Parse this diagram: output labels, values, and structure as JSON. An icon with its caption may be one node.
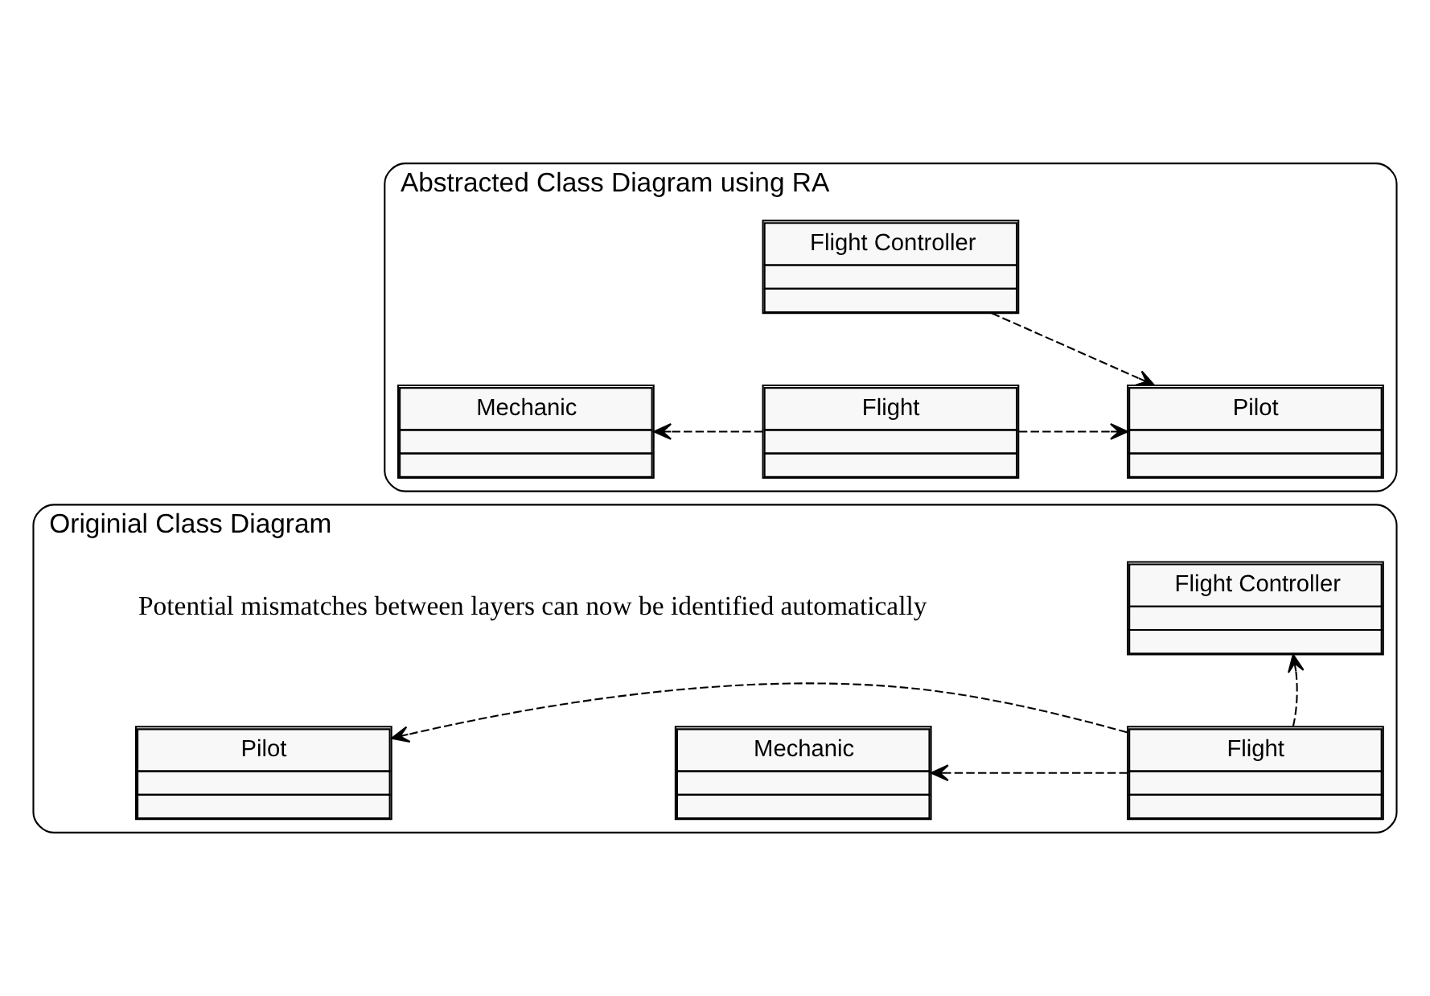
{
  "diagram": {
    "nodes": [
      {
        "text": [
          "Abstracted Class Diagram using RA"
        ]
      },
      {
        "text": [
          "Flight Controller"
        ],
        "in": 0
      },
      {
        "text": [
          "Mechanic"
        ],
        "in": 0
      },
      {
        "text": [
          "Flight"
        ],
        "in": 0
      },
      {
        "text": [
          "Pilot"
        ],
        "in": 0
      },
      {
        "text": [
          "Originial Class Diagram"
        ]
      },
      {
        "text": [
          "Flight Controller"
        ],
        "in": 5
      },
      {
        "text": [
          "Mechanic"
        ],
        "in": 5
      },
      {
        "text": [
          "Flight"
        ],
        "in": 5
      },
      {
        "text": [
          "Pilot"
        ],
        "in": 5
      }
    ],
    "edges": [
      {
        "from": 1,
        "to": 4,
        "arrow": "to",
        "style": "dashed"
      },
      {
        "from": 3,
        "to": 2,
        "arrow": "to",
        "style": "dashed"
      },
      {
        "from": 3,
        "to": 4,
        "arrow": "to",
        "style": "dashed"
      },
      {
        "from": 8,
        "to": 6,
        "arrow": "to",
        "style": "dashed"
      },
      {
        "from": 8,
        "to": 7,
        "arrow": "to",
        "style": "dashed"
      },
      {
        "from": 8,
        "to": 9,
        "arrow": "to",
        "style": "dashed"
      }
    ],
    "labels": [
      "Potential mismatches between layers can now be identified automatically"
    ]
  }
}
